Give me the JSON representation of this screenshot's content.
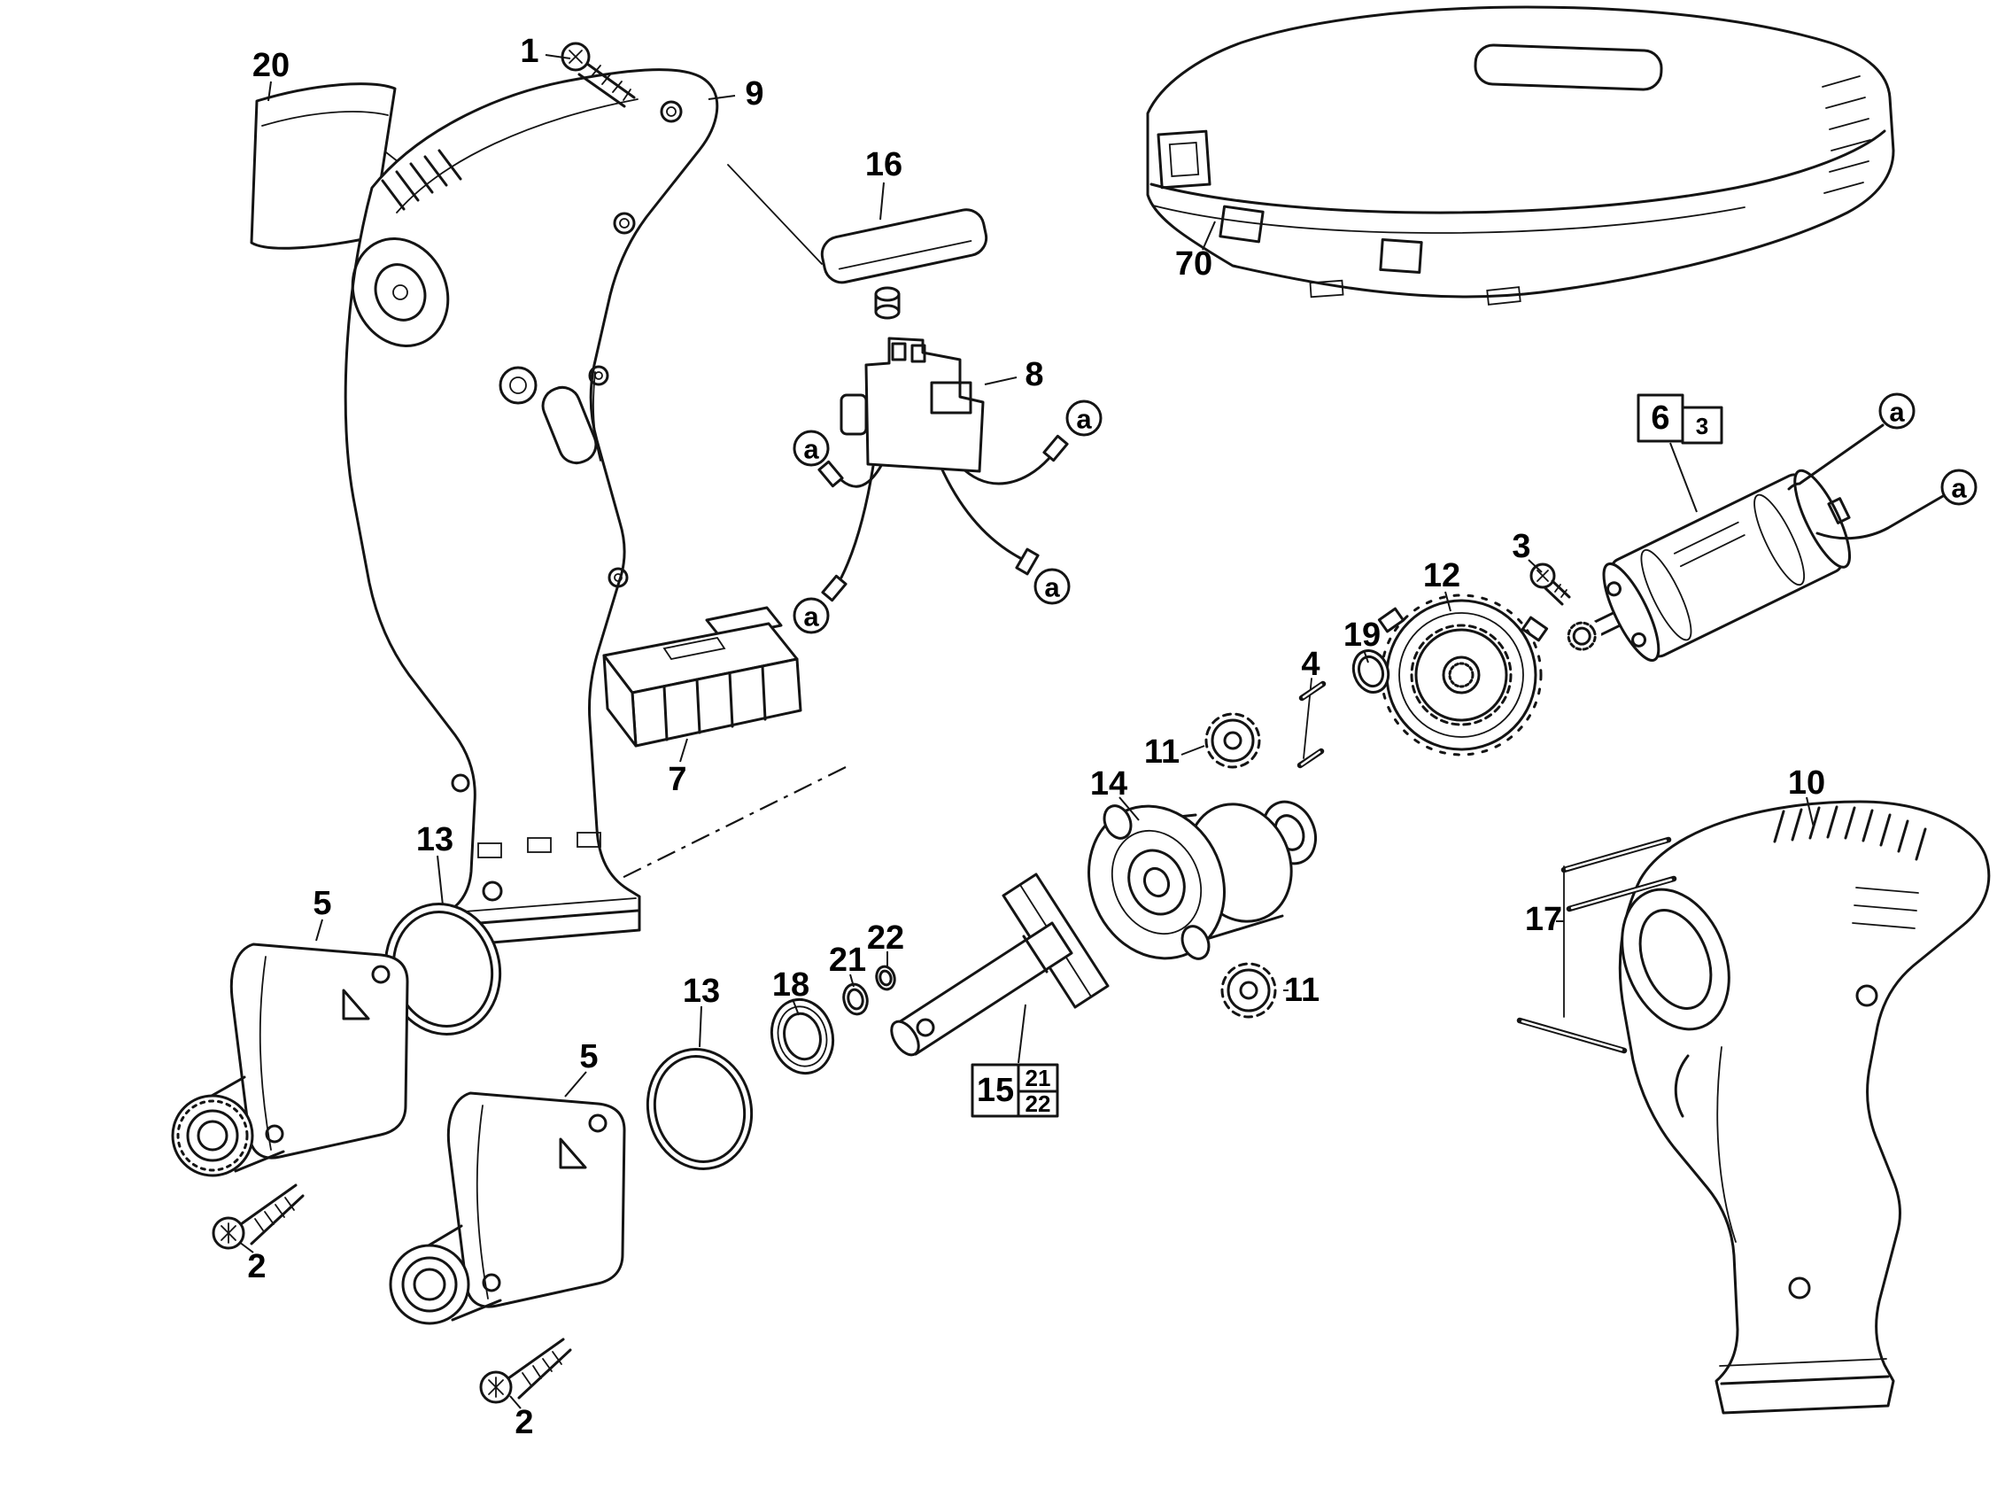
{
  "parts": {
    "p1": "1",
    "p2": "2",
    "p3": "3",
    "p4": "4",
    "p5": "5",
    "p6": "6",
    "p7": "7",
    "p8": "8",
    "p9": "9",
    "p10": "10",
    "p11": "11",
    "p12": "12",
    "p13": "13",
    "p14": "14",
    "p15": "15",
    "p16": "16",
    "p17": "17",
    "p18": "18",
    "p19": "19",
    "p20": "20",
    "p21": "21",
    "p22": "22",
    "p70": "70"
  },
  "marker": {
    "a": "a"
  }
}
